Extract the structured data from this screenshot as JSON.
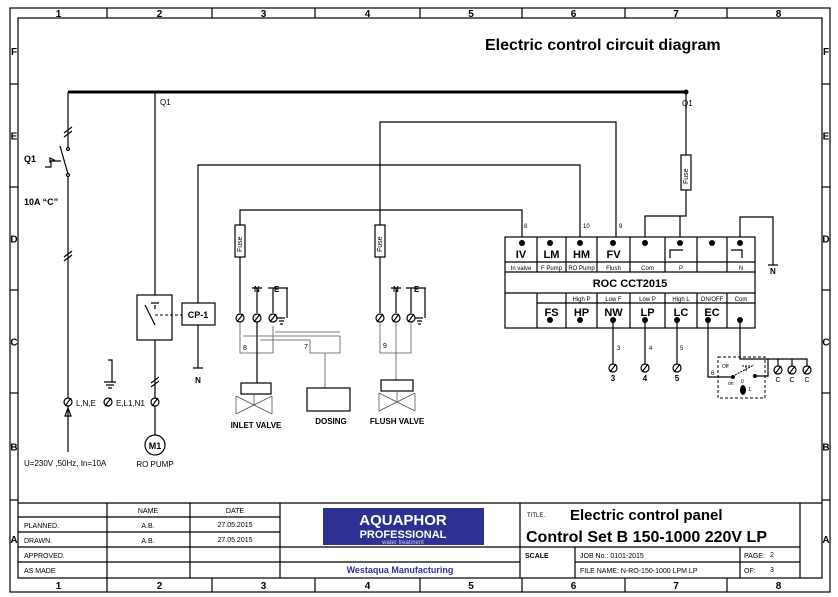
{
  "frame": {
    "columns": [
      "1",
      "2",
      "3",
      "4",
      "5",
      "6",
      "7",
      "8"
    ],
    "rows": [
      "F",
      "E",
      "D",
      "C",
      "B",
      "A"
    ]
  },
  "diagram": {
    "title": "Electric control circuit diagram",
    "breaker": {
      "label": "Q1",
      "rating": "10A “C”"
    },
    "q1_labels": [
      "Q1",
      "Q1"
    ],
    "supply": {
      "terminal1": "L,N,E",
      "terminal2": "E,L1,N1",
      "spec": "U=230V ,50Hz, In=10A"
    },
    "cp_label": "CP-1",
    "neutral": "N",
    "earth": "E",
    "pump": {
      "symbol": "M1",
      "label": "RO PUMP"
    },
    "fuse": "Fuse",
    "wire_numbers": {
      "w8": "8",
      "w7": "7",
      "w9": "9",
      "w10": "10",
      "w3": "3",
      "w4": "4",
      "w5": "5",
      "w6": "6"
    },
    "loads": {
      "inlet": "INLET VALVE",
      "dosing": "DOSING",
      "flush": "FLUSH VALVE"
    },
    "controller": {
      "name": "ROC CCT2015",
      "top": [
        {
          "code": "IV",
          "sub": "In valve"
        },
        {
          "code": "LM",
          "sub": "F Pump"
        },
        {
          "code": "HM",
          "sub": "RO Pump"
        },
        {
          "code": "FV",
          "sub": "Flush"
        },
        {
          "code": "",
          "sub": "Com"
        },
        {
          "code": "",
          "sub": "P"
        },
        {
          "code": "",
          "sub": ""
        },
        {
          "code": "",
          "sub": "N"
        }
      ],
      "bottom": [
        {
          "code": "",
          "sub": ""
        },
        {
          "code": "FS",
          "sub": ""
        },
        {
          "code": "HP",
          "sub": "High P"
        },
        {
          "code": "NW",
          "sub": "Low F"
        },
        {
          "code": "LP",
          "sub": "Low P"
        },
        {
          "code": "LC",
          "sub": "High L"
        },
        {
          "code": "EC",
          "sub": "ON/OFF"
        },
        {
          "code": "",
          "sub": "Com"
        }
      ]
    },
    "terminals_bottom": [
      "3",
      "4",
      "5"
    ],
    "switch": {
      "off": "Off",
      "on": "on",
      "zero": "0",
      "one": "1"
    },
    "c_terminals": [
      "C",
      "C",
      "C"
    ]
  },
  "title_block": {
    "headers": {
      "name": "NAME",
      "date": "DATE"
    },
    "rows": [
      {
        "role": "PLANNED.",
        "name": "A.B.",
        "date": "27.05.2015"
      },
      {
        "role": "DRAWN.",
        "name": "A.B.",
        "date": "27.05.2015"
      },
      {
        "role": "APPROVED.",
        "name": "",
        "date": ""
      },
      {
        "role": "AS MADE",
        "name": "",
        "date": ""
      }
    ],
    "logo": {
      "line1": "AQUAPHOR",
      "line2": "PROFESSIONAL",
      "line3": "water treatment",
      "color": "#2e3192"
    },
    "company": "Westaqua Manufacturing",
    "title_label": "TITLE.",
    "title_line1": "Electric control panel",
    "title_line2": "Control Set B 150-1000 220V LP",
    "scale_label": "SCALE",
    "job": "JOB No.: 0101-2015",
    "file": "FILE NAME:  N-RO-150-1000 LPM LP",
    "page_label": "PAGE:",
    "page": "2",
    "of_label": "OF:",
    "of": "3"
  }
}
